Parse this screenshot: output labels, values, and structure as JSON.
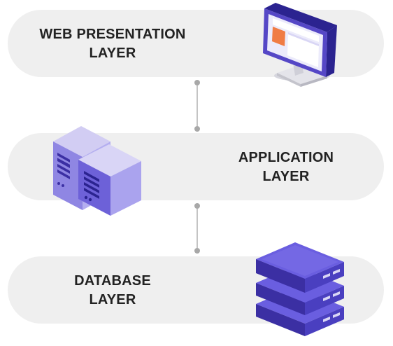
{
  "layers": [
    {
      "line1": "WEB PRESENTATION",
      "line2": "LAYER",
      "icon": "monitor-icon"
    },
    {
      "line1": "APPLICATION",
      "line2": "LAYER",
      "icon": "server-towers-icon"
    },
    {
      "line1": "DATABASE",
      "line2": "LAYER",
      "icon": "database-stack-icon"
    }
  ],
  "colors": {
    "layer_bg": "#efefef",
    "text": "#222222",
    "connector": "#b0b0b0",
    "purple_dark": "#3b2fa3",
    "purple_mid": "#5547c6",
    "purple_light": "#8f86e3",
    "orange": "#f07c45"
  }
}
